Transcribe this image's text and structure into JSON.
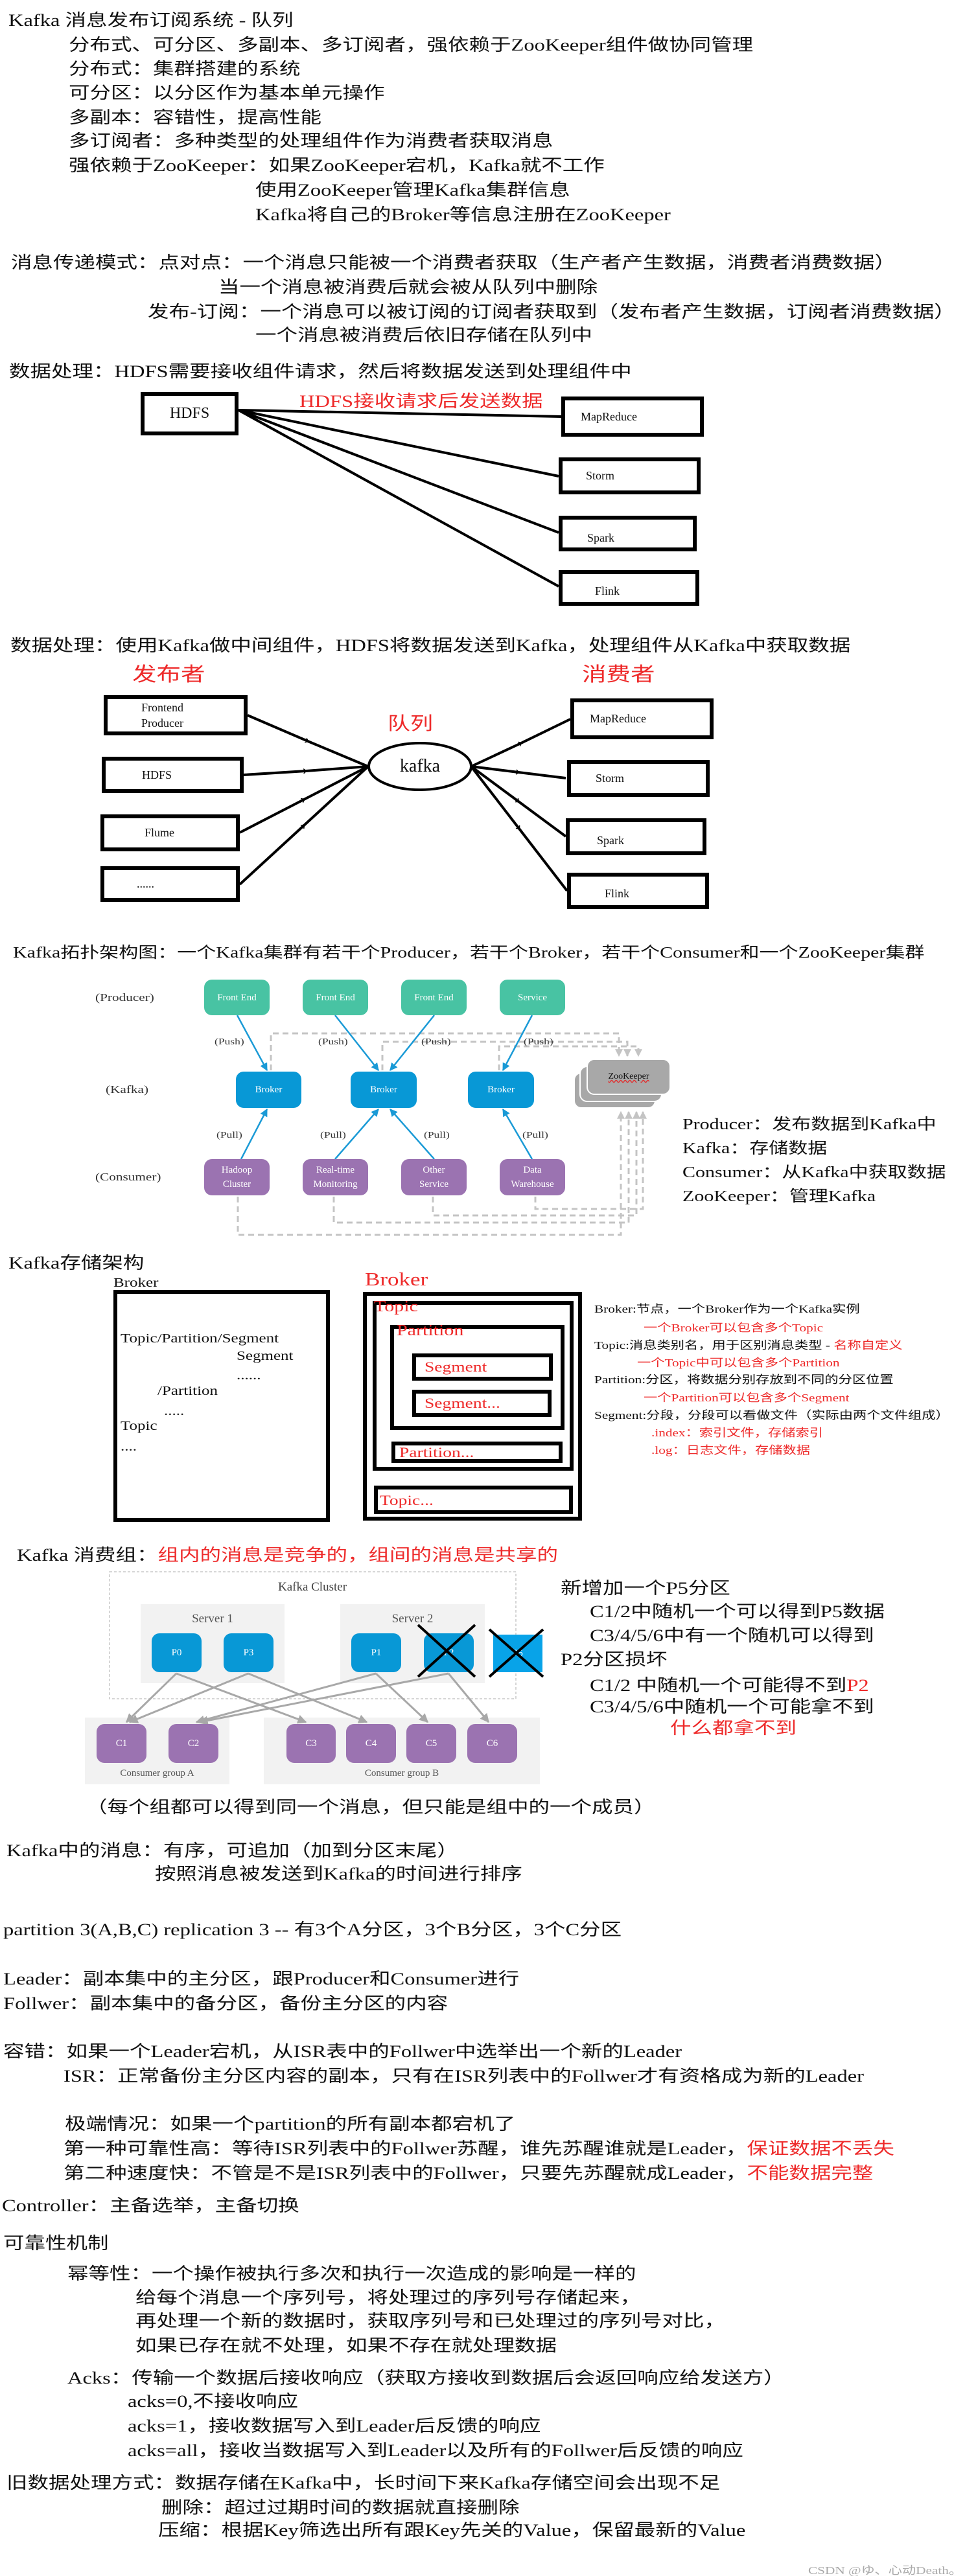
{
  "intro": {
    "title": "Kafka 消息发布订阅系统 - 队列",
    "features": [
      "分布式、可分区、多副本、多订阅者，强依赖于ZooKeeper组件做协同管理",
      "分布式：集群搭建的系统",
      "可分区：以分区作为基本单元操作",
      "多副本：容错性，提高性能",
      "多订阅者：多种类型的处理组件作为消费者获取消息",
      "强依赖于ZooKeeper：如果ZooKeeper宕机，Kafka就不工作"
    ],
    "zookeeper_details": [
      "使用ZooKeeper管理Kafka集群信息",
      "Kafka将自己的Broker等信息注册在ZooKeeper"
    ]
  },
  "messaging": {
    "lines": [
      "消息传递模式：点对点：一个消息只能被一个消费者获取（生产者产生数据，消费者消费数据）",
      "当一个消息被消费后就会被从队列中删除",
      "发布-订阅：一个消息可以被订阅的订阅者获取到（发布者产生数据，订阅者消费数据）",
      "一个消息被消费后依旧存储在队列中"
    ]
  },
  "processing1": {
    "title": "数据处理：HDFS需要接收组件请求，然后将数据发送到处理组件中",
    "annotation": "HDFS接收请求后发送数据",
    "source": "HDFS",
    "targets": [
      "MapReduce",
      "Storm",
      "Spark",
      "Flink"
    ]
  },
  "processing2": {
    "title": "数据处理：使用Kafka做中间组件，HDFS将数据发送到Kafka，处理组件从Kafka中获取数据",
    "publisher_label": "发布者",
    "consumer_label": "消费者",
    "queue_label": "队列",
    "hub": "kafka",
    "producers": [
      "Frontend",
      "Producer",
      "HDFS",
      "Flume",
      "......"
    ],
    "consumers": [
      "MapReduce",
      "Storm",
      "Spark",
      "Flink"
    ]
  },
  "topology": {
    "title": "Kafka拓扑架构图：一个Kafka集群有若干个Producer，若干个Broker，若干个Consumer和一个ZooKeeper集群",
    "row_labels": [
      "(Producer)",
      "(Kafka)",
      "(Consumer)"
    ],
    "producers": [
      "Front End",
      "Front End",
      "Front End",
      "Service"
    ],
    "brokers": [
      "Broker",
      "Broker",
      "Broker"
    ],
    "consumers": [
      [
        "Hadoop",
        "Cluster"
      ],
      [
        "Real-time",
        "Monitoring"
      ],
      [
        "Other",
        "Service"
      ],
      [
        "Data",
        "Warehouse"
      ]
    ],
    "push_label": "(Push)",
    "pull_label": "(Pull)",
    "zookeeper": "ZooKeeper",
    "legend": [
      "Producer：发布数据到Kafka中",
      "Kafka：存储数据",
      "Consumer：从Kafka中获取数据",
      "ZooKeeper：管理Kafka"
    ],
    "colors": {
      "producer": "#48c3a3",
      "broker": "#0898d6",
      "consumer": "#9b73b1",
      "zookeeper": "#a8a8a8"
    }
  },
  "storage": {
    "title": "Kafka存储架构",
    "left": {
      "label": "Broker",
      "lines": [
        "Topic/Partition/Segment",
        "Segment",
        "......",
        "/Partition",
        ".....",
        "Topic",
        "...."
      ]
    },
    "right": {
      "broker": "Broker",
      "topic": "Topic",
      "partition": "Partition",
      "segment": "Segment",
      "segment_more": "Segment...",
      "partition_more": "Partition...",
      "topic_more": "Topic..."
    },
    "notes": {
      "broker": "Broker:节点，一个Broker作为一个Kafka实例",
      "broker_sub": "一个Broker可以包含多个Topic",
      "topic": "Topic:消息类别名，用于区别消息类型 - ",
      "topic_red": "名称自定义",
      "topic_sub": "一个Topic中可以包含多个Partition",
      "partition": "Partition:分区，将数据分别存放到不同的分区位置",
      "partition_sub": "一个Partition可以包含多个Segment",
      "segment": "Segment:分段，分段可以看做文件（实际由两个文件组成）",
      "index": ".index：索引文件，存储索引",
      "log": ".log：日志文件，存储数据"
    }
  },
  "consumer_group": {
    "title": "Kafka 消费组：",
    "title_red": "组内的消息是竞争的，组间的消息是共享的",
    "cluster_label": "Kafka Cluster",
    "servers": [
      "Server 1",
      "Server 2"
    ],
    "partitions": [
      "P0",
      "P3",
      "P1",
      "P2",
      "P5"
    ],
    "consumers": [
      "C1",
      "C2",
      "C3",
      "C4",
      "C5",
      "C6"
    ],
    "groups": [
      "Consumer group A",
      "Consumer group B"
    ],
    "notes": [
      "新增加一个P5分区",
      "C1/2中随机一个可以得到P5数据",
      "C3/4/5/6中有一个随机可以得到",
      "P2分区损坏"
    ],
    "note_p2_prefix": "C1/2 中随机一个可能得不到",
    "note_p2_red": "P2",
    "note_c3": "C3/4/5/6中随机一个可能拿不到",
    "note_red": "什么都拿不到",
    "caption": "（每个组都可以得到同一个消息，但只能是组中的一个成员）"
  },
  "ordering": [
    "Kafka中的消息：有序，可追加（加到分区末尾）",
    "按照消息被发送到Kafka的时间进行排序"
  ],
  "replication": {
    "partition_line": "partition 3(A,B,C) replication 3  -- 有3个A分区，3个B分区，3个C分区",
    "leader": "Leader：副本集中的主分区，跟Producer和Consumer进行",
    "follower": "Follwer：副本集中的备分区，备份主分区的内容",
    "fault": "容错：如果一个Leader宕机，从ISR表中的Follwer中选举出一个新的Leader",
    "isr": "ISR：正常备份主分区内容的副本，只有在ISR列表中的Follwer才有资格成为新的Leader",
    "extreme": "极端情况：如果一个partition的所有副本都宕机了",
    "first": "第一种可靠性高：等待ISR列表中的Follwer苏醒，谁先苏醒谁就是Leader，",
    "first_red": "保证数据不丢失",
    "second": "第二种速度快：不管是不是ISR列表中的Follwer，只要先苏醒就成Leader，",
    "second_red": "不能数据完整",
    "controller": "Controller：主备选举，主备切换"
  },
  "reliability": {
    "title": "可靠性机制",
    "idempotence": [
      "幂等性：一个操作被执行多次和执行一次造成的影响是一样的",
      "给每个消息一个序列号，将处理过的序列号存储起来，",
      "再处理一个新的数据时，获取序列号和已处理过的序列号对比，",
      "如果已存在就不处理，如果不存在就处理数据"
    ],
    "acks": [
      "Acks：传输一个数据后接收响应（获取方接收到数据后会返回响应给发送方）",
      "acks=0,不接收响应",
      "acks=1，接收数据写入到Leader后反馈的响应",
      "acks=all，接收当数据写入到Leader以及所有的Follwer后反馈的响应"
    ]
  },
  "old_data": [
    "旧数据处理方式：数据存储在Kafka中，长时间下来Kafka存储空间会出现不足",
    "删除：超过过期时间的数据就直接删除",
    "压缩：根据Key筛选出所有跟Key先关的Value，保留最新的Value"
  ],
  "watermark": "CSDN @ゆ、心动Death。"
}
